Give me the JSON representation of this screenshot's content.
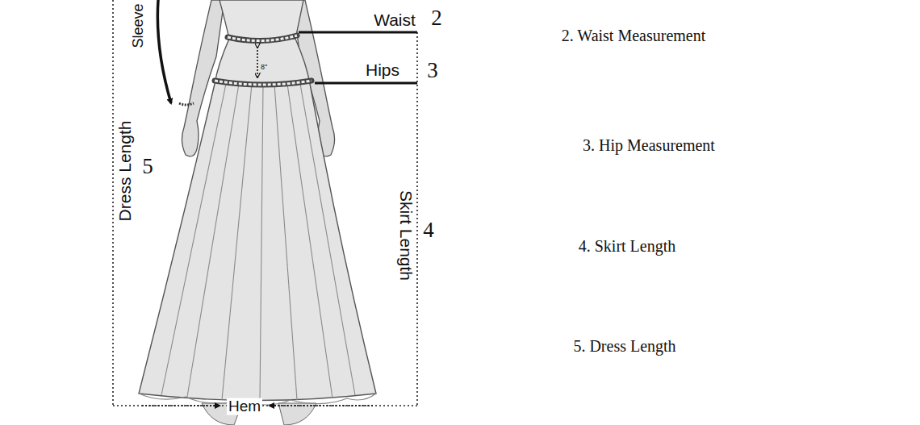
{
  "diagram": {
    "labels": [
      "Sleeve",
      "Waist",
      "2",
      "Hips",
      "3",
      "8\"",
      "Dress Length",
      "5",
      "Skirt Length",
      "4",
      "Hem",
      "2. Waist Measurement",
      "3. Hip Measurement",
      "4. Skirt Length",
      "5. Dress Length"
    ]
  }
}
